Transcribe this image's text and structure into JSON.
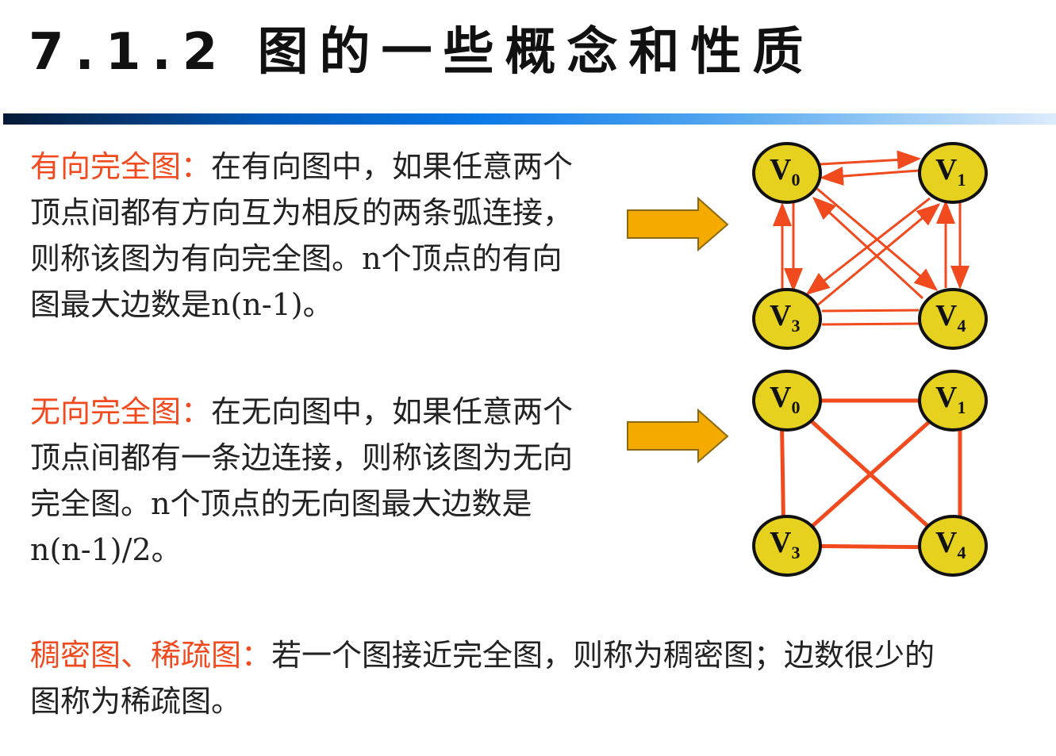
{
  "title": "7.1.2 图的一些概念和性质",
  "sections": [
    {
      "term": "有向完全图：",
      "lines": [
        "在有向图中，如果任意两个",
        "顶点间都有方向互为相反的两条弧连接，",
        "则称该图为有向完全图。n个顶点的有向",
        "图最大边数是n(n-1)。"
      ]
    },
    {
      "term": "无向完全图：",
      "lines": [
        "在无向图中，如果任意两个",
        "顶点间都有一条边连接，则称该图为无向",
        "完全图。n个顶点的无向图最大边数是",
        "n(n-1)/2。"
      ]
    },
    {
      "term": "稠密图、稀疏图：",
      "lines": [
        "若一个图接近完全图，则称为稠密图；边数很少的",
        "图称为稀疏图。"
      ]
    }
  ],
  "graphs": {
    "nodes": [
      "0",
      "1",
      "3",
      "4"
    ],
    "letter": "V"
  },
  "colors": {
    "accent": "#f04a1e",
    "node": "#e6d21e",
    "arrow": "#f5aa00"
  }
}
